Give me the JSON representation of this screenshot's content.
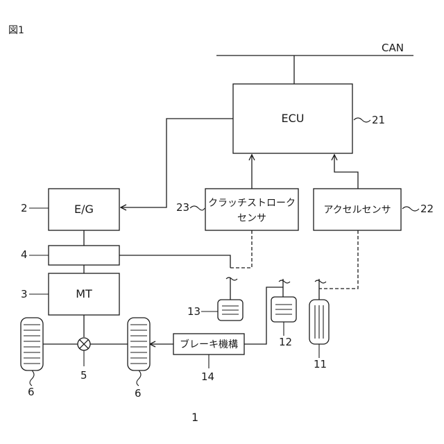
{
  "figure_label": "図1",
  "bus_label": "CAN",
  "system_number": "1",
  "blocks": {
    "ecu": {
      "label": "ECU",
      "ref": "21"
    },
    "engine": {
      "label": "E/G",
      "ref": "2"
    },
    "clutch": {
      "ref": "4"
    },
    "transmission": {
      "label": "MT",
      "ref": "3"
    },
    "clutch_stroke_sensor": {
      "line1": "クラッチストローク",
      "line2": "センサ",
      "ref": "23"
    },
    "accel_sensor": {
      "label": "アクセルセンサ",
      "ref": "22"
    },
    "brake_mechanism": {
      "label": "ブレーキ機構",
      "ref": "14"
    }
  },
  "parts": {
    "clutch_pedal_ref": "13",
    "brake_pedal_ref": "12",
    "accel_pedal_ref": "11",
    "differential_ref": "5",
    "left_wheel_ref": "6",
    "right_wheel_ref": "6"
  },
  "colors": {
    "ink": "#1a1a1a",
    "background": "#ffffff"
  }
}
